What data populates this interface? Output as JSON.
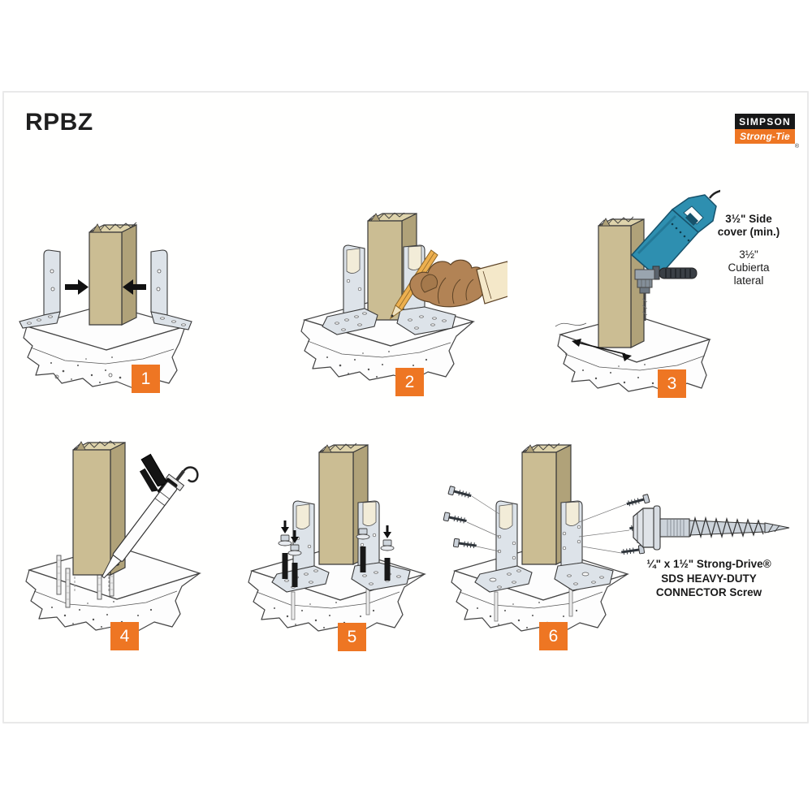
{
  "document": {
    "title": "RPBZ"
  },
  "brand": {
    "name": "SIMPSON",
    "sub": "Strong-Tie",
    "registered": "®"
  },
  "colors": {
    "accent_orange": "#EE7623",
    "logo_black": "#181818",
    "wood_tan": "#CBBD93",
    "metal_gray": "#DDE3E9",
    "drill_blue": "#2E8FB0"
  },
  "steps": [
    {
      "number": "1"
    },
    {
      "number": "2"
    },
    {
      "number": "3"
    },
    {
      "number": "4"
    },
    {
      "number": "5"
    },
    {
      "number": "6"
    }
  ],
  "annotations": {
    "side_cover_en_line1": "3½\" Side",
    "side_cover_en_line2": "cover (min.)",
    "side_cover_es_line1": "3½\"",
    "side_cover_es_line2": "Cubierta",
    "side_cover_es_line3": "lateral"
  },
  "screw": {
    "caption_line1": "¼\" x 1½\" Strong-Drive®",
    "caption_line2": "SDS HEAVY-DUTY",
    "caption_line3": "CONNECTOR Screw"
  }
}
